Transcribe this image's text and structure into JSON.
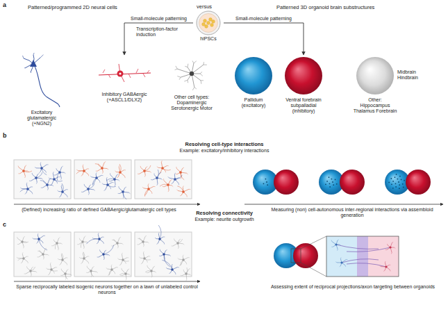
{
  "diagram": {
    "nodes": [
      {
        "text": [
          "hiPSCs"
        ]
      },
      {
        "text": [
          "Excitatory glutamatergic (+NGN2)"
        ]
      },
      {
        "text": [
          "Inhibitory GABAergic (+ASCL1/DLX2)"
        ]
      },
      {
        "text": [
          "Other cell types: Dopaminergic Serotonergic Motor"
        ]
      },
      {
        "text": [
          "Pallidum (excitatory)"
        ]
      },
      {
        "text": [
          "Ventral forebrain subpalladial (inhibitory)"
        ]
      },
      {
        "text": [
          "Other: Hippocampus Thalamus Forebrain",
          "Midbrain Hindbrain"
        ]
      }
    ],
    "edges": [
      {
        "from": 0,
        "to": 2,
        "arrow": "to",
        "label": "Small-molecule patterning"
      },
      {
        "from": 0,
        "to": 5,
        "arrow": "to",
        "label": "Small-molecule patterning"
      }
    ],
    "labels": [
      "a",
      "Patterned/programmed 2D neural cells",
      "versus",
      "Patterned 3D organoid brain substructures",
      "Transcription-factor induction",
      "b",
      "Resolving cell-type interactions",
      "Example: excitatory/inhibitory interactions",
      "(Defined) increasing ratio of defined GABAergic/glutamatergic cell types",
      "Measuring (non) cell-autonomous inter-regional interactions via assembloid generation",
      "Resolving connectivity",
      "Example: neurite outgrowth",
      "c",
      "Sparse reciprocally labeled isogenic neurons together on a lawn of unlabeled control neurons",
      "Assessing extent of reciprocal projections/axon targeting between organoids"
    ]
  }
}
